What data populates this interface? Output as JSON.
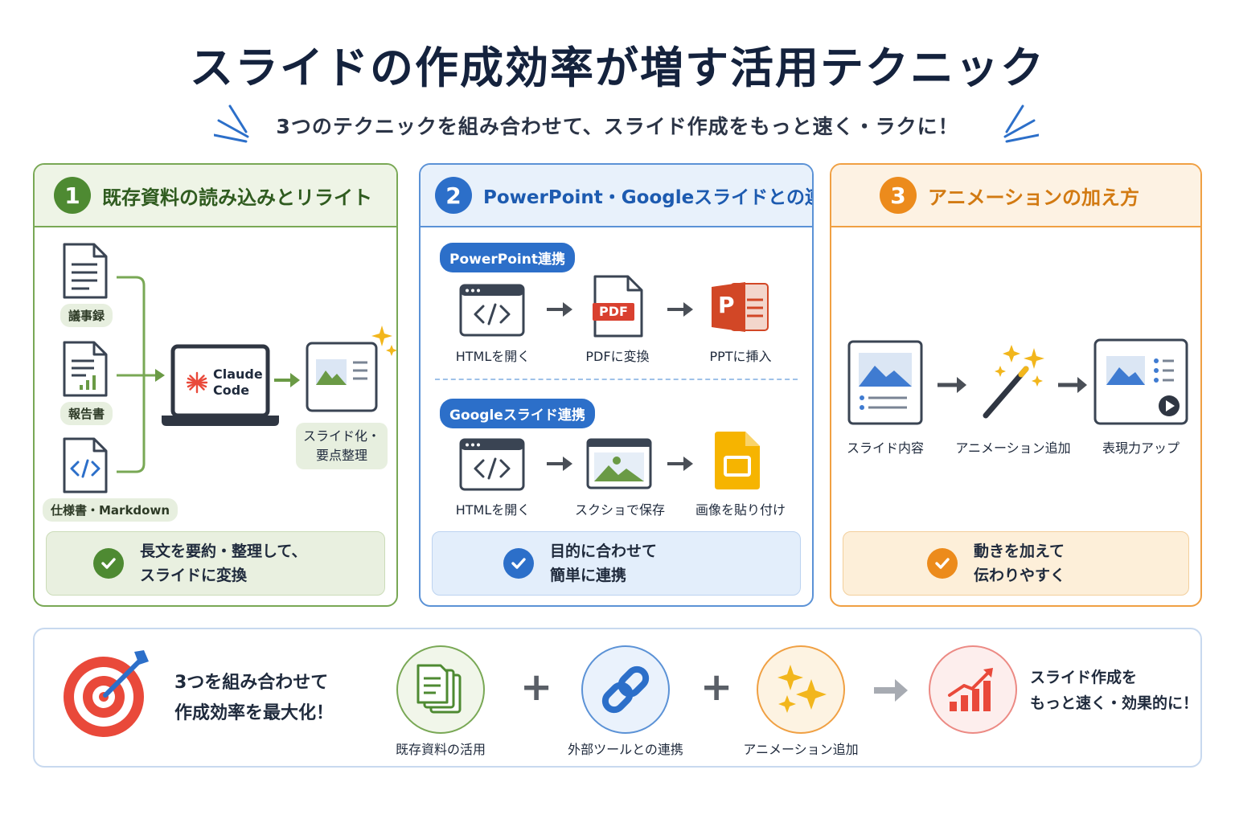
{
  "title": "スライドの作成効率が増す活用テクニック",
  "subtitle": "3つのテクニックを組み合わせて、スライド作成をもっと速く・ラクに！",
  "colors": {
    "green": "#4e8a32",
    "blue": "#2c6fc9",
    "orange": "#ec8b1c",
    "navy": "#14223d",
    "red": "#e9493a"
  },
  "panel1": {
    "number": "1",
    "title": "既存資料の読み込みとリライト",
    "inputs": [
      {
        "label": "議事録",
        "icon": "document-icon"
      },
      {
        "label": "報告書",
        "icon": "report-icon"
      },
      {
        "label": "仕様書・Markdown",
        "icon": "code-file-icon"
      }
    ],
    "laptop_label_1": "Claude",
    "laptop_label_2": "Code",
    "output_label_1": "スライド化・",
    "output_label_2": "要点整理",
    "result_line_1": "長文を要約・整理して、",
    "result_line_2": "スライドに変換"
  },
  "panel2": {
    "number": "2",
    "title": "PowerPoint・Googleスライドとの連携",
    "ppt_section": "PowerPoint連携",
    "ppt_steps": [
      "HTMLを開く",
      "PDFに変換",
      "PPTに挿入"
    ],
    "pdf_badge": "PDF",
    "ppt_letter": "P",
    "google_section": "Googleスライド連携",
    "google_steps": [
      "HTMLを開く",
      "スクショで保存",
      "画像を貼り付け"
    ],
    "result_line_1": "目的に合わせて",
    "result_line_2": "簡単に連携"
  },
  "panel3": {
    "number": "3",
    "title": "アニメーションの加え方",
    "steps": [
      "スライド内容",
      "アニメーション追加",
      "表現力アップ"
    ],
    "result_line_1": "動きを加えて",
    "result_line_2": "伝わりやすく"
  },
  "bottom": {
    "goal_line_1": "3つを組み合わせて",
    "goal_line_2": "作成効率を最大化！",
    "items": [
      "既存資料の活用",
      "外部ツールとの連携",
      "アニメーション追加"
    ],
    "outcome_line_1": "スライド作成を",
    "outcome_line_2": "もっと速く・効果的に！"
  }
}
